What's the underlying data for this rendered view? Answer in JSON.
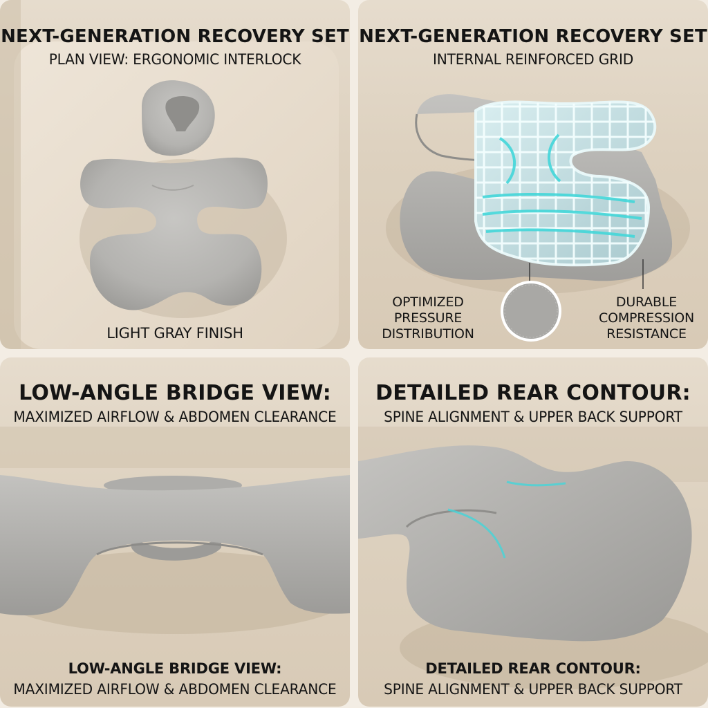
{
  "panels": [
    {
      "title": "NEXT-GENERATION RECOVERY SET",
      "subtitle": "PLAN VIEW: ERGONOMIC INTERLOCK",
      "caption": "LIGHT GRAY FINISH"
    },
    {
      "title": "NEXT-GENERATION RECOVERY SET",
      "subtitle": "INTERNAL REINFORCED GRID",
      "callout_left": "OPTIMIZED PRESSURE DISTRIBUTION",
      "callout_right": "DURABLE COMPRESSION RESISTANCE"
    },
    {
      "title": "LOW-ANGLE BRIDGE VIEW:",
      "subtitle": "MAXIMIZED AIRFLOW & ABDOMEN CLEARANCE",
      "caption_title": "LOW-ANGLE BRIDGE VIEW:",
      "caption_subtitle": "MAXIMIZED AIRFLOW & ABDOMEN CLEARANCE"
    },
    {
      "title": "DETAILED REAR CONTOUR:",
      "subtitle": "SPINE ALIGNMENT & UPPER BACK SUPPORT",
      "caption_title": "DETAILED REAR CONTOUR:",
      "caption_subtitle": "SPINE ALIGNMENT & UPPER BACK SUPPORT"
    }
  ],
  "colors": {
    "background": "#f3ede4",
    "fabric": "#b9b9b7",
    "fabric_shadow": "#9d9c99",
    "highlight": "#43d6d9",
    "text": "#141414"
  }
}
